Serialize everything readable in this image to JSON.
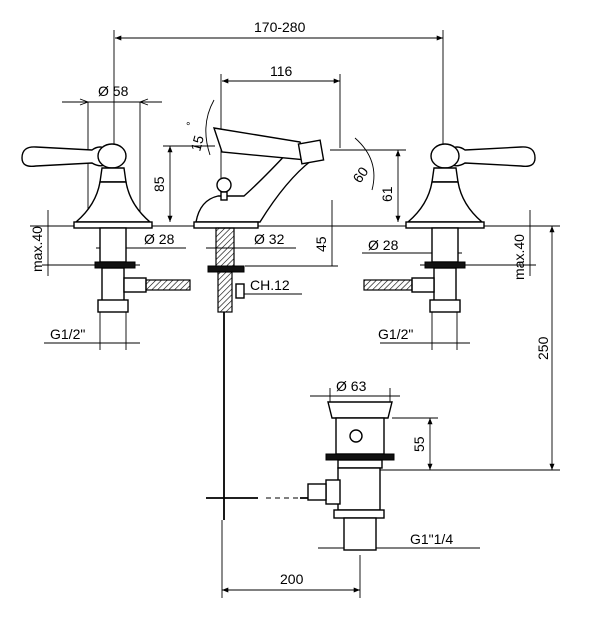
{
  "dimensions": {
    "overall_spread": "170-280",
    "spout_reach": "116",
    "handle_diameter": "Ø 58",
    "spout_height": "85",
    "tilt_angle": "15",
    "jet_angle": "60",
    "jet_height": "61",
    "left_deck_thickness": "max.40",
    "right_deck_thickness": "max.40",
    "left_shank_diameter": "Ø 28",
    "right_shank_diameter": "Ø 28",
    "center_shank_diameter": "Ø 32",
    "center_shank_length": "45",
    "wrench_size": "CH.12",
    "left_connection": "G1/2\"",
    "right_connection": "G1/2\"",
    "waste_length": "250",
    "waste_flange_diameter": "Ø 63",
    "waste_flange_height": "55",
    "waste_thread": "G1\"1/4",
    "rod_reach": "200"
  },
  "symbols": {
    "degree": "°"
  }
}
